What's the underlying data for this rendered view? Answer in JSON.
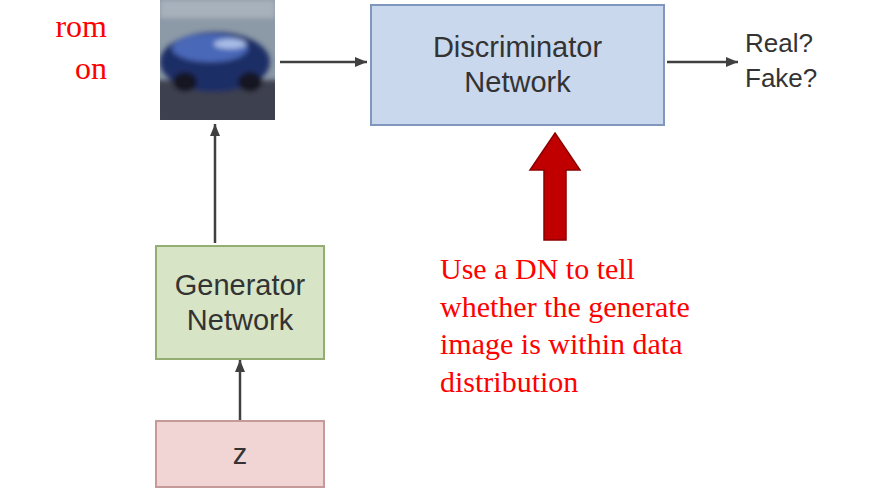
{
  "diagram": {
    "nodes": [
      {
        "text": [
          "Discriminator Network"
        ]
      },
      {
        "text": [
          "Generator Network"
        ]
      },
      {
        "text": [
          "z"
        ]
      }
    ],
    "edges": [
      {
        "from": 2,
        "to": 1,
        "arrow": "to"
      }
    ],
    "labels": [
      "rom on",
      "Real? Fake?",
      "Use a DN to tell whether the generate image is within data distribution"
    ]
  }
}
